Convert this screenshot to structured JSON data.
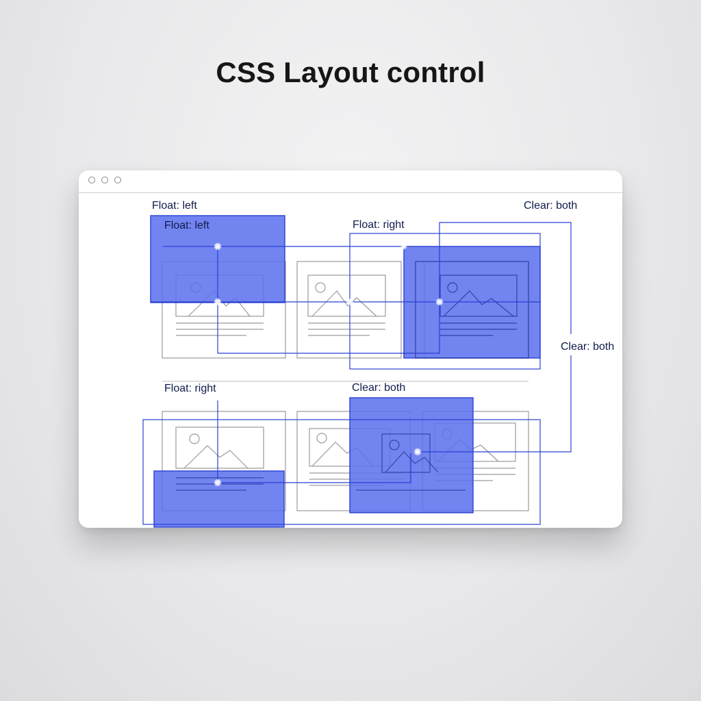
{
  "title": "CSS Layout control",
  "window": {
    "controls": [
      "window-dot-1",
      "window-dot-2",
      "window-dot-3"
    ]
  },
  "labels": {
    "float_left_outer": "Float: left",
    "float_left_inner": "Float: left",
    "float_right_top": "Float: right",
    "clear_both_top": "Clear: both",
    "clear_both_side": "Clear: both",
    "float_right_bottom": "Float: right",
    "clear_both_bottom": "Clear: both"
  },
  "colors": {
    "accent_fill": "#5b70ec",
    "accent_line": "#2a3fd6",
    "wireframe": "#9a9aa0",
    "text": "#0f1a4a"
  }
}
